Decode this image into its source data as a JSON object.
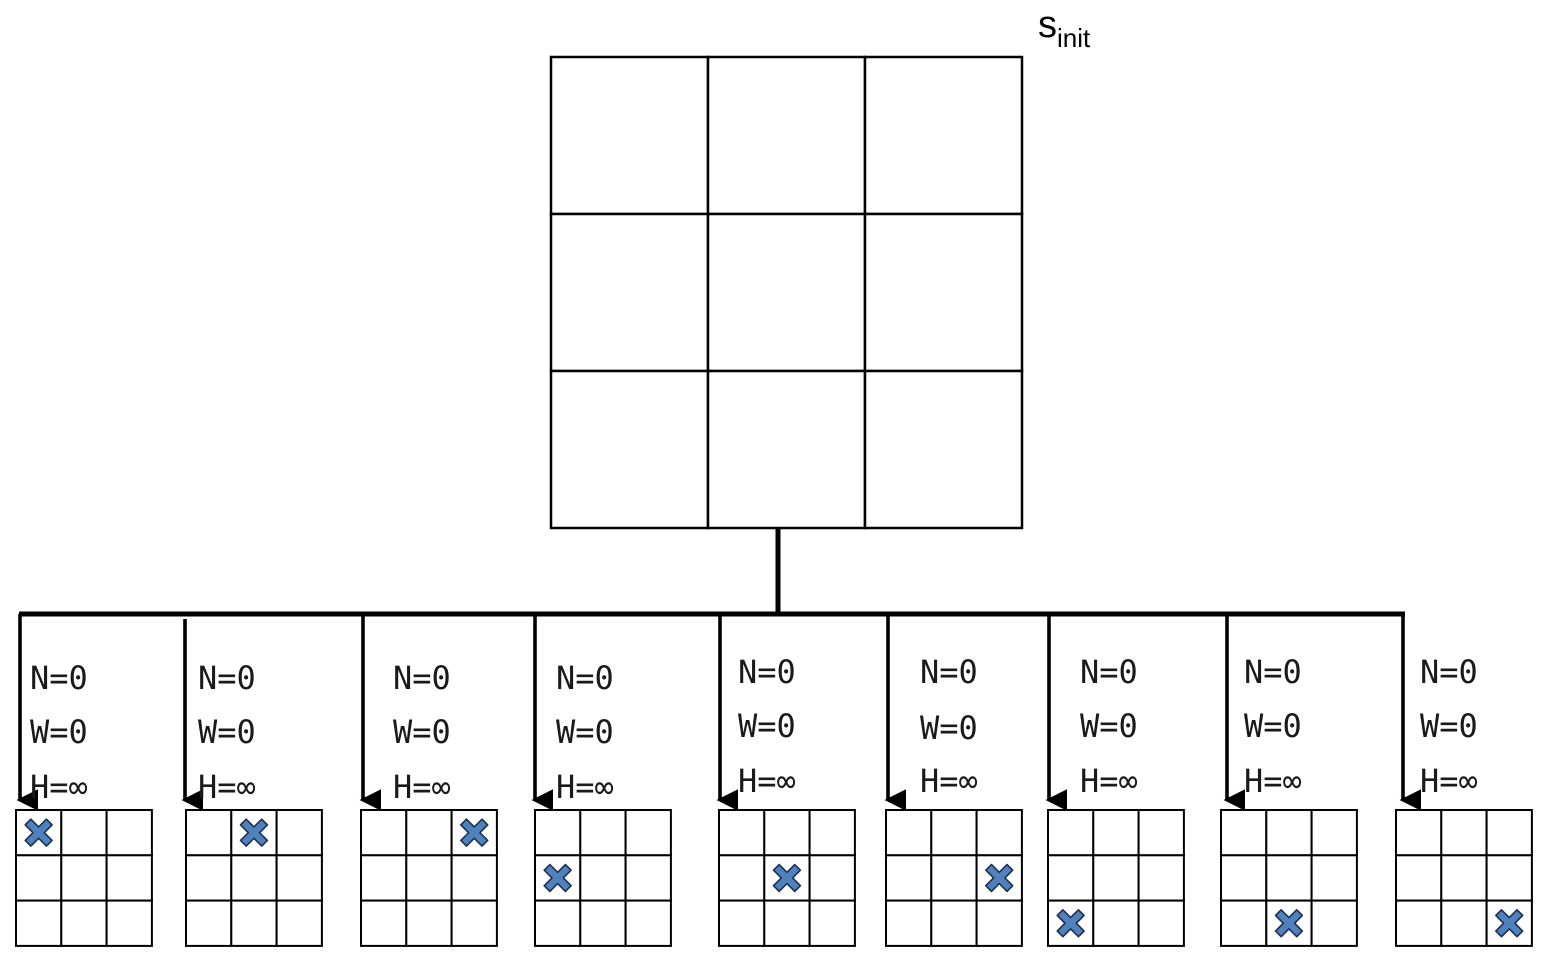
{
  "root": {
    "label_main": "s",
    "label_sub": "init",
    "board": [
      "",
      "",
      "",
      "",
      "",
      "",
      "",
      "",
      ""
    ]
  },
  "mark_color": "#4F81BD",
  "children": [
    {
      "move": 0,
      "N": "N=0",
      "W": "W=0",
      "H": "H=∞"
    },
    {
      "move": 1,
      "N": "N=0",
      "W": "W=0",
      "H": "H=∞"
    },
    {
      "move": 2,
      "N": "N=0",
      "W": "W=0",
      "H": "H=∞"
    },
    {
      "move": 3,
      "N": "N=0",
      "W": "W=0",
      "H": "H=∞"
    },
    {
      "move": 4,
      "N": "N=0",
      "W": "W=0",
      "H": "H=∞"
    },
    {
      "move": 5,
      "N": "N=0",
      "W": "W=0",
      "H": "H=∞"
    },
    {
      "move": 6,
      "N": "N=0",
      "W": "W=0",
      "H": "H=∞"
    },
    {
      "move": 7,
      "N": "N=0",
      "W": "W=0",
      "H": "H=∞"
    },
    {
      "move": 8,
      "N": "N=0",
      "W": "W=0",
      "H": "H=∞"
    }
  ]
}
